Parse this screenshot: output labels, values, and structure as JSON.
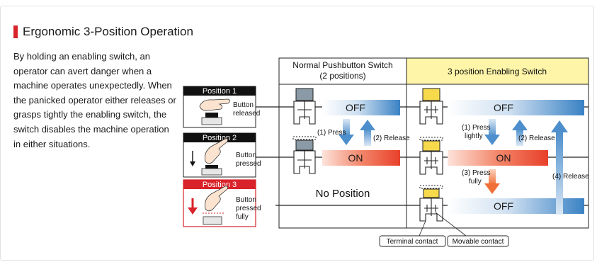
{
  "section": {
    "title": "Ergonomic 3-Position Operation",
    "description": "By holding an enabling switch, an operator can avert danger when a machine operates unexpectedly. When the panicked operator either releases or grasps tightly the enabling switch, the switch disables the machine operation in either situations."
  },
  "columns": {
    "normal_header_line1": "Normal Pushbutton Switch",
    "normal_header_line2": "(2 positions)",
    "enabling_header": "3 position Enabling Switch"
  },
  "positions": [
    {
      "label": "Position 1",
      "caption_lines": [
        "Button",
        "released"
      ]
    },
    {
      "label": "Position 2",
      "caption_lines": [
        "Button",
        "pressed"
      ]
    },
    {
      "label": "Position 3",
      "caption_lines": [
        "Button",
        "pressed",
        "fully"
      ]
    }
  ],
  "states": {
    "off": "OFF",
    "on": "ON",
    "no_position": "No Position"
  },
  "actions": {
    "press": "(1) Press",
    "release": "(2) Release",
    "press_lightly_line1": "(1) Press",
    "press_lightly_line2": "lightly",
    "press_fully_line1": "(3) Press",
    "press_fully_line2": "fully",
    "release4": "(4) Release"
  },
  "callouts": {
    "terminal": "Terminal contact",
    "movable": "Movable contact"
  },
  "colors": {
    "accent_red": "#d9232a",
    "enabling_header_bg": "#fef5a8",
    "off_blue": "#3a82c4",
    "on_red": "#e8402a",
    "arrow_blue": "#4d8fcc",
    "arrow_orange": "#f07038",
    "button_gray": "#8a9aa6",
    "button_yellow": "#f7d94c"
  },
  "icons": [
    "hand-pointer-icon",
    "switch-mechanism-icon",
    "arrow-down-icon",
    "arrow-up-icon"
  ]
}
